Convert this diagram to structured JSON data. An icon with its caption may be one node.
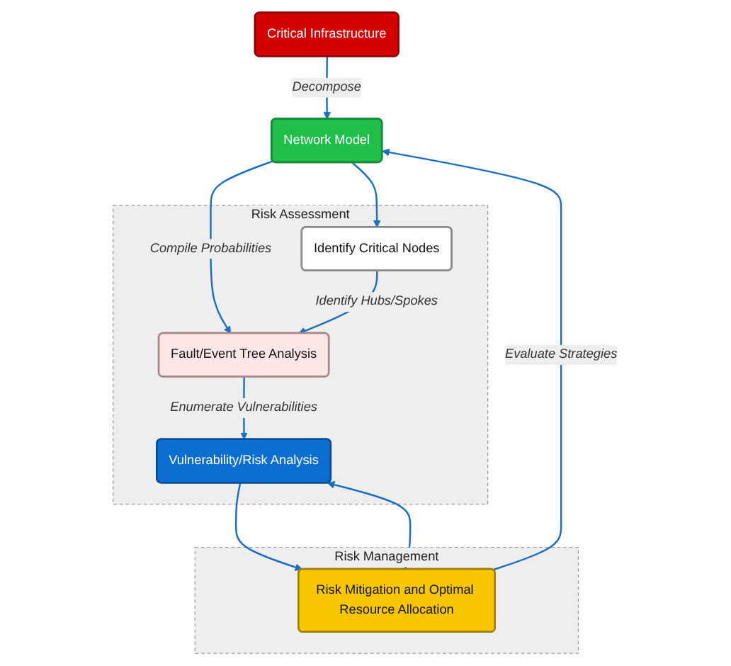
{
  "diagram": {
    "nodes": [
      {
        "text": [
          "Critical Infrastructure"
        ]
      },
      {
        "text": [
          "Network Model"
        ]
      },
      {
        "text": [
          "Risk Assessment"
        ]
      },
      {
        "text": [
          "Identify Critical Nodes"
        ],
        "in": 2
      },
      {
        "text": [
          "Fault/Event Tree Analysis"
        ],
        "in": 2
      },
      {
        "text": [
          "Vulnerability/Risk Analysis"
        ],
        "in": 2
      },
      {
        "text": [
          "Risk Management"
        ]
      },
      {
        "text": [
          "Risk Mitigation and Optimal Resource Allocation"
        ],
        "in": 6
      }
    ],
    "edges": [
      {
        "from": 0,
        "to": 1,
        "arrow": "to",
        "label": "Decompose"
      },
      {
        "from": 1,
        "to": 3,
        "arrow": "to"
      },
      {
        "from": 1,
        "to": 4,
        "arrow": "to",
        "label": "Compile Probabilities"
      },
      {
        "from": 3,
        "to": 4,
        "arrow": "to",
        "label": "Identify Hubs/Spokes"
      },
      {
        "from": 4,
        "to": 5,
        "arrow": "to",
        "label": "Enumerate Vulnerabilities"
      },
      {
        "from": 5,
        "to": 7,
        "arrow": "to"
      },
      {
        "from": 7,
        "to": 5,
        "arrow": "to"
      },
      {
        "from": 7,
        "to": 1,
        "arrow": "to",
        "label": "Evaluate Strategies"
      }
    ]
  }
}
